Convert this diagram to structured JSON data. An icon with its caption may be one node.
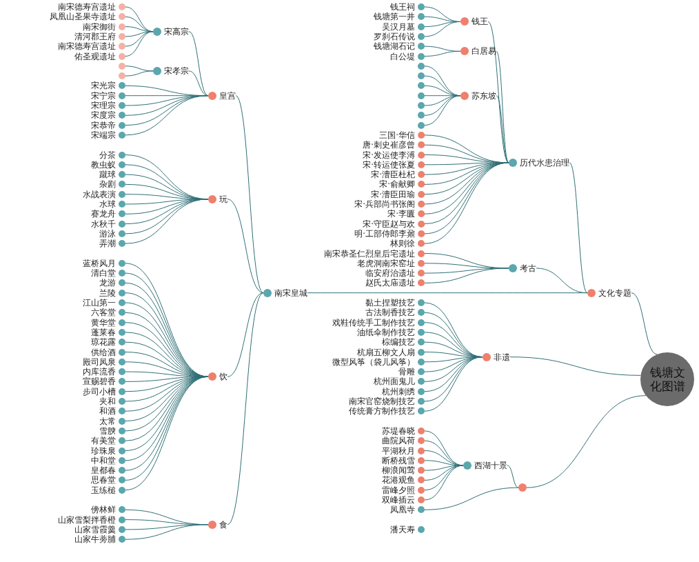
{
  "diagram": {
    "nodes": [
      {
        "text": [
          "钱塘文化图谱"
        ]
      },
      {
        "text": [
          "文化专题"
        ]
      },
      {
        "text": [
          "南宋皇城"
        ]
      },
      {
        "text": [
          "皇宫"
        ]
      },
      {
        "text": [
          "宋高宗"
        ]
      },
      {
        "text": [
          "南宋德寿宫遗址"
        ]
      },
      {
        "text": [
          "凤凰山圣果寺遗址"
        ]
      },
      {
        "text": [
          "南宋御街"
        ]
      },
      {
        "text": [
          "清河郡王府"
        ]
      },
      {
        "text": [
          "南宋德寿宫遗址"
        ]
      },
      {
        "text": [
          "佑圣观遗址"
        ]
      },
      {
        "text": [
          "宋孝宗"
        ]
      },
      {
        "text": [],
        "shape": "circle"
      },
      {
        "text": [],
        "shape": "circle"
      },
      {
        "text": [
          "宋光宗"
        ]
      },
      {
        "text": [
          "宋宁宗"
        ]
      },
      {
        "text": [
          "宋理宗"
        ]
      },
      {
        "text": [
          "宋度宗"
        ]
      },
      {
        "text": [
          "宋恭帝"
        ]
      },
      {
        "text": [
          "宋端宗"
        ]
      },
      {
        "text": [
          "玩"
        ]
      },
      {
        "text": [
          "分茶"
        ]
      },
      {
        "text": [
          "教虫蚁"
        ]
      },
      {
        "text": [
          "蹴球"
        ]
      },
      {
        "text": [
          "杂剧"
        ]
      },
      {
        "text": [
          "水战表演"
        ]
      },
      {
        "text": [
          "水球"
        ]
      },
      {
        "text": [
          "赛龙舟"
        ]
      },
      {
        "text": [
          "水秋千"
        ]
      },
      {
        "text": [
          "游泳"
        ]
      },
      {
        "text": [
          "弄潮"
        ]
      },
      {
        "text": [
          "饮"
        ]
      },
      {
        "text": [
          "蓝桥风月"
        ]
      },
      {
        "text": [
          "清白堂"
        ]
      },
      {
        "text": [
          "龙游"
        ]
      },
      {
        "text": [
          "兰陵"
        ]
      },
      {
        "text": [
          "江山第一"
        ]
      },
      {
        "text": [
          "六客堂"
        ]
      },
      {
        "text": [
          "黄华堂"
        ]
      },
      {
        "text": [
          "蓬莱春"
        ]
      },
      {
        "text": [
          "琼花露"
        ]
      },
      {
        "text": [
          "供给酒"
        ]
      },
      {
        "text": [
          "殿司凤泉"
        ]
      },
      {
        "text": [
          "内库流香"
        ]
      },
      {
        "text": [
          "宣赐碧香"
        ]
      },
      {
        "text": [
          "步司小槽"
        ]
      },
      {
        "text": [
          "夹和"
        ]
      },
      {
        "text": [
          "和酒"
        ]
      },
      {
        "text": [
          "太常"
        ]
      },
      {
        "text": [
          "雪腴"
        ]
      },
      {
        "text": [
          "有美堂"
        ]
      },
      {
        "text": [
          "珍珠泉"
        ]
      },
      {
        "text": [
          "中和堂"
        ]
      },
      {
        "text": [
          "皇都春"
        ]
      },
      {
        "text": [
          "思春堂"
        ]
      },
      {
        "text": [
          "玉练槌"
        ]
      },
      {
        "text": [
          "食"
        ]
      },
      {
        "text": [
          "傍林鲜"
        ]
      },
      {
        "text": [
          "山家雪梨拌香橙"
        ]
      },
      {
        "text": [
          "山家雪霞羹"
        ]
      },
      {
        "text": [
          "山家牛蒡脯"
        ]
      },
      {
        "text": [
          "考古"
        ]
      },
      {
        "text": [
          "南宋恭圣仁烈皇后宅遗址"
        ]
      },
      {
        "text": [
          "老虎洞南宋窑址"
        ]
      },
      {
        "text": [
          "临安府治遗址"
        ]
      },
      {
        "text": [
          "赵氏太庙遗址"
        ]
      },
      {
        "text": [
          "历代水患治理"
        ]
      },
      {
        "text": [
          "钱王"
        ]
      },
      {
        "text": [
          "钱王祠"
        ]
      },
      {
        "text": [
          "钱塘第一井"
        ]
      },
      {
        "text": [
          "吴汉月墓"
        ]
      },
      {
        "text": [
          "罗刹石传说"
        ]
      },
      {
        "text": [
          "白居易"
        ]
      },
      {
        "text": [
          "钱塘湖石记"
        ]
      },
      {
        "text": [
          "白公堤"
        ]
      },
      {
        "text": [
          "苏东坡"
        ]
      },
      {
        "text": [],
        "shape": "circle"
      },
      {
        "text": [],
        "shape": "circle"
      },
      {
        "text": [],
        "shape": "circle"
      },
      {
        "text": [],
        "shape": "circle"
      },
      {
        "text": [],
        "shape": "circle"
      },
      {
        "text": [],
        "shape": "circle"
      },
      {
        "text": [],
        "shape": "circle"
      },
      {
        "text": [
          "三国·华信"
        ]
      },
      {
        "text": [
          "唐·刺史崔彦曾"
        ]
      },
      {
        "text": [
          "宋·发运使李溥"
        ]
      },
      {
        "text": [
          "宋·转运使张夏"
        ]
      },
      {
        "text": [
          "宋·漕臣杜杞"
        ]
      },
      {
        "text": [
          "宋·俞献卿"
        ]
      },
      {
        "text": [
          "宋·漕臣田瑜"
        ]
      },
      {
        "text": [
          "宋·兵部尚书张阁"
        ]
      },
      {
        "text": [
          "宋·李匱"
        ]
      },
      {
        "text": [
          "宋·守臣赵与欢"
        ]
      },
      {
        "text": [
          "明·工部侍郎李鼐"
        ]
      },
      {
        "text": [
          "林则徐"
        ]
      },
      {
        "text": [
          "非遗"
        ]
      },
      {
        "text": [
          "黏土捏塑技艺"
        ]
      },
      {
        "text": [
          "古法制香技艺"
        ]
      },
      {
        "text": [
          "戏鞋传统手工制作技艺"
        ]
      },
      {
        "text": [
          "油纸伞制作技艺"
        ]
      },
      {
        "text": [
          "棕编技艺"
        ]
      },
      {
        "text": [
          "杭扇五柳文人扇"
        ]
      },
      {
        "text": [
          "微型风筝（袋儿风筝）"
        ]
      },
      {
        "text": [
          "骨雕"
        ]
      },
      {
        "text": [
          "杭州面鬼儿"
        ]
      },
      {
        "text": [
          "杭州刺绣"
        ]
      },
      {
        "text": [
          "南宋官窑烧制技艺"
        ]
      },
      {
        "text": [
          "传统膏方制作技艺"
        ]
      },
      {
        "text": [],
        "shape": "circle"
      },
      {
        "text": [
          "西湖十景"
        ]
      },
      {
        "text": [
          "苏堤春晓"
        ]
      },
      {
        "text": [
          "曲院风荷"
        ]
      },
      {
        "text": [
          "平湖秋月"
        ]
      },
      {
        "text": [
          "断桥残雪"
        ]
      },
      {
        "text": [
          "柳浪闻莺"
        ]
      },
      {
        "text": [
          "花港观鱼"
        ]
      },
      {
        "text": [
          "雷峰夕照"
        ]
      },
      {
        "text": [
          "双峰插云"
        ]
      },
      {
        "text": [
          "凤凰寺"
        ]
      },
      {
        "text": [
          "潘天寿"
        ]
      }
    ],
    "edges": [
      {
        "from": 0,
        "to": 1,
        "arrow": "none"
      },
      {
        "from": 1,
        "to": 2,
        "arrow": "none"
      },
      {
        "from": 2,
        "to": 3,
        "arrow": "none"
      },
      {
        "from": 3,
        "to": 4,
        "arrow": "none"
      },
      {
        "from": 4,
        "to": 5,
        "arrow": "none"
      },
      {
        "from": 4,
        "to": 6,
        "arrow": "none"
      },
      {
        "from": 4,
        "to": 7,
        "arrow": "none"
      },
      {
        "from": 4,
        "to": 8,
        "arrow": "none"
      },
      {
        "from": 4,
        "to": 9,
        "arrow": "none"
      },
      {
        "from": 4,
        "to": 10,
        "arrow": "none"
      },
      {
        "from": 3,
        "to": 11,
        "arrow": "none"
      },
      {
        "from": 11,
        "to": 12,
        "arrow": "none"
      },
      {
        "from": 11,
        "to": 13,
        "arrow": "none"
      },
      {
        "from": 3,
        "to": 14,
        "arrow": "none"
      },
      {
        "from": 3,
        "to": 15,
        "arrow": "none"
      },
      {
        "from": 3,
        "to": 16,
        "arrow": "none"
      },
      {
        "from": 3,
        "to": 17,
        "arrow": "none"
      },
      {
        "from": 3,
        "to": 18,
        "arrow": "none"
      },
      {
        "from": 3,
        "to": 19,
        "arrow": "none"
      },
      {
        "from": 2,
        "to": 20,
        "arrow": "none"
      },
      {
        "from": 20,
        "to": 21,
        "arrow": "none"
      },
      {
        "from": 20,
        "to": 22,
        "arrow": "none"
      },
      {
        "from": 20,
        "to": 23,
        "arrow": "none"
      },
      {
        "from": 20,
        "to": 24,
        "arrow": "none"
      },
      {
        "from": 20,
        "to": 25,
        "arrow": "none"
      },
      {
        "from": 20,
        "to": 26,
        "arrow": "none"
      },
      {
        "from": 20,
        "to": 27,
        "arrow": "none"
      },
      {
        "from": 20,
        "to": 28,
        "arrow": "none"
      },
      {
        "from": 20,
        "to": 29,
        "arrow": "none"
      },
      {
        "from": 20,
        "to": 30,
        "arrow": "none"
      },
      {
        "from": 2,
        "to": 31,
        "arrow": "none"
      },
      {
        "from": 31,
        "to": 32,
        "arrow": "none"
      },
      {
        "from": 31,
        "to": 33,
        "arrow": "none"
      },
      {
        "from": 31,
        "to": 34,
        "arrow": "none"
      },
      {
        "from": 31,
        "to": 35,
        "arrow": "none"
      },
      {
        "from": 31,
        "to": 36,
        "arrow": "none"
      },
      {
        "from": 31,
        "to": 37,
        "arrow": "none"
      },
      {
        "from": 31,
        "to": 38,
        "arrow": "none"
      },
      {
        "from": 31,
        "to": 39,
        "arrow": "none"
      },
      {
        "from": 31,
        "to": 40,
        "arrow": "none"
      },
      {
        "from": 31,
        "to": 41,
        "arrow": "none"
      },
      {
        "from": 31,
        "to": 42,
        "arrow": "none"
      },
      {
        "from": 31,
        "to": 43,
        "arrow": "none"
      },
      {
        "from": 31,
        "to": 44,
        "arrow": "none"
      },
      {
        "from": 31,
        "to": 45,
        "arrow": "none"
      },
      {
        "from": 31,
        "to": 46,
        "arrow": "none"
      },
      {
        "from": 31,
        "to": 47,
        "arrow": "none"
      },
      {
        "from": 31,
        "to": 48,
        "arrow": "none"
      },
      {
        "from": 31,
        "to": 49,
        "arrow": "none"
      },
      {
        "from": 31,
        "to": 50,
        "arrow": "none"
      },
      {
        "from": 31,
        "to": 51,
        "arrow": "none"
      },
      {
        "from": 31,
        "to": 52,
        "arrow": "none"
      },
      {
        "from": 31,
        "to": 53,
        "arrow": "none"
      },
      {
        "from": 31,
        "to": 54,
        "arrow": "none"
      },
      {
        "from": 31,
        "to": 55,
        "arrow": "none"
      },
      {
        "from": 2,
        "to": 56,
        "arrow": "none"
      },
      {
        "from": 56,
        "to": 57,
        "arrow": "none"
      },
      {
        "from": 56,
        "to": 58,
        "arrow": "none"
      },
      {
        "from": 56,
        "to": 59,
        "arrow": "none"
      },
      {
        "from": 56,
        "to": 60,
        "arrow": "none"
      },
      {
        "from": 1,
        "to": 61,
        "arrow": "none"
      },
      {
        "from": 61,
        "to": 62,
        "arrow": "none"
      },
      {
        "from": 61,
        "to": 63,
        "arrow": "none"
      },
      {
        "from": 61,
        "to": 64,
        "arrow": "none"
      },
      {
        "from": 61,
        "to": 65,
        "arrow": "none"
      },
      {
        "from": 1,
        "to": 66,
        "arrow": "none"
      },
      {
        "from": 66,
        "to": 67,
        "arrow": "none"
      },
      {
        "from": 67,
        "to": 68,
        "arrow": "none"
      },
      {
        "from": 67,
        "to": 69,
        "arrow": "none"
      },
      {
        "from": 67,
        "to": 70,
        "arrow": "none"
      },
      {
        "from": 67,
        "to": 71,
        "arrow": "none"
      },
      {
        "from": 66,
        "to": 72,
        "arrow": "none"
      },
      {
        "from": 72,
        "to": 73,
        "arrow": "none"
      },
      {
        "from": 72,
        "to": 74,
        "arrow": "none"
      },
      {
        "from": 66,
        "to": 75,
        "arrow": "none"
      },
      {
        "from": 75,
        "to": 76,
        "arrow": "none"
      },
      {
        "from": 75,
        "to": 77,
        "arrow": "none"
      },
      {
        "from": 75,
        "to": 78,
        "arrow": "none"
      },
      {
        "from": 75,
        "to": 79,
        "arrow": "none"
      },
      {
        "from": 75,
        "to": 80,
        "arrow": "none"
      },
      {
        "from": 75,
        "to": 81,
        "arrow": "none"
      },
      {
        "from": 75,
        "to": 82,
        "arrow": "none"
      },
      {
        "from": 66,
        "to": 83,
        "arrow": "none"
      },
      {
        "from": 66,
        "to": 84,
        "arrow": "none"
      },
      {
        "from": 66,
        "to": 85,
        "arrow": "none"
      },
      {
        "from": 66,
        "to": 86,
        "arrow": "none"
      },
      {
        "from": 66,
        "to": 87,
        "arrow": "none"
      },
      {
        "from": 66,
        "to": 88,
        "arrow": "none"
      },
      {
        "from": 66,
        "to": 89,
        "arrow": "none"
      },
      {
        "from": 66,
        "to": 90,
        "arrow": "none"
      },
      {
        "from": 66,
        "to": 91,
        "arrow": "none"
      },
      {
        "from": 66,
        "to": 92,
        "arrow": "none"
      },
      {
        "from": 66,
        "to": 93,
        "arrow": "none"
      },
      {
        "from": 66,
        "to": 94,
        "arrow": "none"
      },
      {
        "from": 0,
        "to": 95,
        "arrow": "none"
      },
      {
        "from": 95,
        "to": 96,
        "arrow": "none"
      },
      {
        "from": 95,
        "to": 97,
        "arrow": "none"
      },
      {
        "from": 95,
        "to": 98,
        "arrow": "none"
      },
      {
        "from": 95,
        "to": 99,
        "arrow": "none"
      },
      {
        "from": 95,
        "to": 100,
        "arrow": "none"
      },
      {
        "from": 95,
        "to": 101,
        "arrow": "none"
      },
      {
        "from": 95,
        "to": 102,
        "arrow": "none"
      },
      {
        "from": 95,
        "to": 103,
        "arrow": "none"
      },
      {
        "from": 95,
        "to": 104,
        "arrow": "none"
      },
      {
        "from": 95,
        "to": 105,
        "arrow": "none"
      },
      {
        "from": 95,
        "to": 106,
        "arrow": "none"
      },
      {
        "from": 95,
        "to": 107,
        "arrow": "none"
      },
      {
        "from": 0,
        "to": 108,
        "arrow": "none"
      },
      {
        "from": 108,
        "to": 109,
        "arrow": "none"
      },
      {
        "from": 109,
        "to": 110,
        "arrow": "none"
      },
      {
        "from": 109,
        "to": 111,
        "arrow": "none"
      },
      {
        "from": 109,
        "to": 112,
        "arrow": "none"
      },
      {
        "from": 109,
        "to": 113,
        "arrow": "none"
      },
      {
        "from": 109,
        "to": 114,
        "arrow": "none"
      },
      {
        "from": 109,
        "to": 115,
        "arrow": "none"
      },
      {
        "from": 109,
        "to": 116,
        "arrow": "none"
      },
      {
        "from": 109,
        "to": 117,
        "arrow": "none"
      },
      {
        "from": 108,
        "to": 118,
        "arrow": "none"
      }
    ]
  }
}
